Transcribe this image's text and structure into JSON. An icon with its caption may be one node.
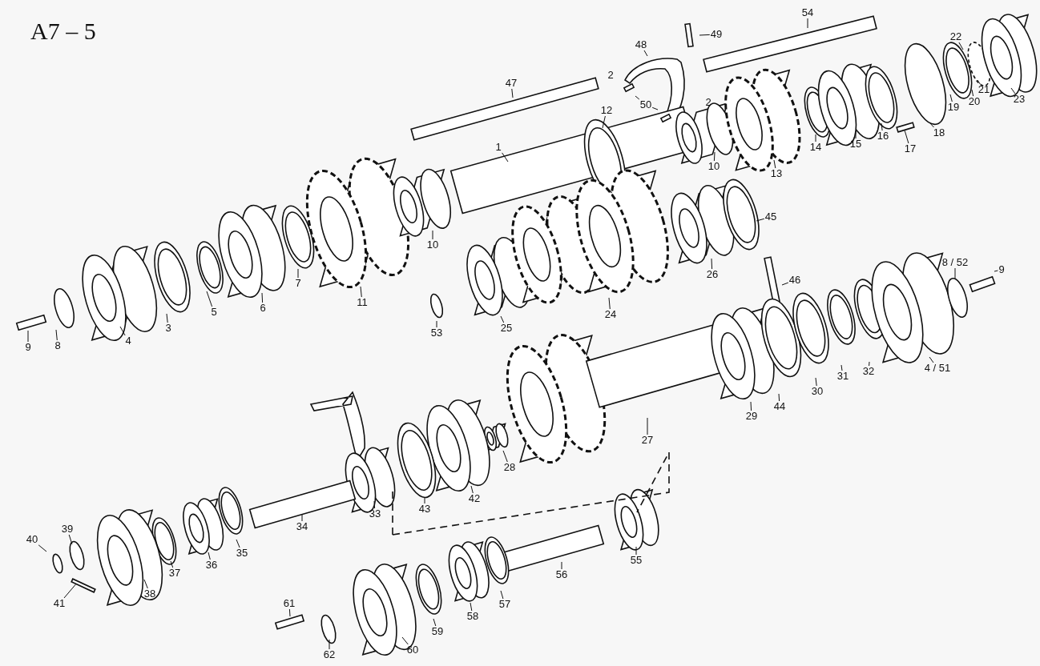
{
  "diagram": {
    "title": "A7 – 5",
    "nodes": [
      {
        "text": [
          "47"
        ]
      },
      {
        "text": [
          "48"
        ]
      },
      {
        "text": [
          "49"
        ]
      },
      {
        "text": [
          "54"
        ]
      },
      {
        "text": [
          "22"
        ]
      },
      {
        "text": [
          "50"
        ]
      },
      {
        "text": [
          "12"
        ]
      },
      {
        "text": [
          "1"
        ]
      },
      {
        "text": [
          "10"
        ]
      },
      {
        "text": [
          "13"
        ]
      },
      {
        "text": [
          "14"
        ]
      },
      {
        "text": [
          "15"
        ]
      },
      {
        "text": [
          "16"
        ]
      },
      {
        "text": [
          "17"
        ]
      },
      {
        "text": [
          "18"
        ]
      },
      {
        "text": [
          "19"
        ]
      },
      {
        "text": [
          "20"
        ]
      },
      {
        "text": [
          "21"
        ]
      },
      {
        "text": [
          "23"
        ]
      },
      {
        "text": [
          "45"
        ]
      },
      {
        "text": [
          "10"
        ]
      },
      {
        "text": [
          "26"
        ]
      },
      {
        "text": [
          "46"
        ]
      },
      {
        "text": [
          "7"
        ]
      },
      {
        "text": [
          "8 / 52"
        ]
      },
      {
        "text": [
          "9"
        ]
      },
      {
        "text": [
          "11"
        ]
      },
      {
        "text": [
          "6"
        ]
      },
      {
        "text": [
          "5"
        ]
      },
      {
        "text": [
          "24"
        ]
      },
      {
        "text": [
          "25"
        ]
      },
      {
        "text": [
          "3"
        ]
      },
      {
        "text": [
          "53"
        ]
      },
      {
        "text": [
          "4"
        ]
      },
      {
        "text": [
          "8"
        ]
      },
      {
        "text": [
          "9"
        ]
      },
      {
        "text": [
          "4 / 51"
        ]
      },
      {
        "text": [
          "32"
        ]
      },
      {
        "text": [
          "31"
        ]
      },
      {
        "text": [
          "30"
        ]
      },
      {
        "text": [
          "44"
        ]
      },
      {
        "text": [
          "29"
        ]
      },
      {
        "text": [
          "27"
        ]
      },
      {
        "text": [
          "28"
        ]
      },
      {
        "text": [
          "42"
        ]
      },
      {
        "text": [
          "43"
        ]
      },
      {
        "text": [
          "33"
        ]
      },
      {
        "text": [
          "34"
        ]
      },
      {
        "text": [
          "39"
        ]
      },
      {
        "text": [
          "40"
        ]
      },
      {
        "text": [
          "35"
        ]
      },
      {
        "text": [
          "55"
        ]
      },
      {
        "text": [
          "36"
        ]
      },
      {
        "text": [
          "37"
        ]
      },
      {
        "text": [
          "56"
        ]
      },
      {
        "text": [
          "38"
        ]
      },
      {
        "text": [
          "41"
        ]
      },
      {
        "text": [
          "57"
        ]
      },
      {
        "text": [
          "61"
        ]
      },
      {
        "text": [
          "58"
        ]
      },
      {
        "text": [
          "59"
        ]
      },
      {
        "text": [
          "60"
        ]
      },
      {
        "text": [
          "62"
        ]
      },
      {
        "text": [],
        "shape": "bar"
      },
      {
        "text": [],
        "shape": "bar"
      }
    ],
    "edges": [
      {
        "from": 0,
        "to": null,
        "arrow": "none"
      },
      {
        "from": 1,
        "to": null,
        "arrow": "none"
      },
      {
        "from": 2,
        "to": null,
        "arrow": "none"
      },
      {
        "from": 3,
        "to": null,
        "arrow": "none"
      },
      {
        "from": 4,
        "to": null,
        "arrow": "none"
      },
      {
        "from": 5,
        "to": null,
        "arrow": "none"
      },
      {
        "from": 5,
        "to": null,
        "arrow": "none"
      },
      {
        "from": 6,
        "to": null,
        "arrow": "none"
      },
      {
        "from": 7,
        "to": null,
        "arrow": "none"
      },
      {
        "from": 8,
        "to": null,
        "arrow": "none"
      },
      {
        "from": 9,
        "to": null,
        "arrow": "none"
      },
      {
        "from": 10,
        "to": null,
        "arrow": "none"
      },
      {
        "from": 11,
        "to": null,
        "arrow": "none"
      },
      {
        "from": 12,
        "to": null,
        "arrow": "none"
      },
      {
        "from": 13,
        "to": 63,
        "arrow": "none"
      },
      {
        "from": 14,
        "to": null,
        "arrow": "none"
      },
      {
        "from": 15,
        "to": null,
        "arrow": "none"
      },
      {
        "from": 16,
        "to": null,
        "arrow": "none"
      },
      {
        "from": 17,
        "to": null,
        "arrow": "none"
      },
      {
        "from": 18,
        "to": null,
        "arrow": "none"
      },
      {
        "from": 19,
        "to": null,
        "arrow": "none"
      },
      {
        "from": 20,
        "to": null,
        "arrow": "none"
      },
      {
        "from": 21,
        "to": null,
        "arrow": "none"
      },
      {
        "from": 22,
        "to": null,
        "arrow": "none"
      },
      {
        "from": 23,
        "to": null,
        "arrow": "none"
      },
      {
        "from": 24,
        "to": null,
        "arrow": "none"
      },
      {
        "from": 25,
        "to": null,
        "arrow": "none"
      },
      {
        "from": 26,
        "to": null,
        "arrow": "none"
      },
      {
        "from": 27,
        "to": null,
        "arrow": "none"
      },
      {
        "from": 28,
        "to": null,
        "arrow": "none"
      },
      {
        "from": 29,
        "to": null,
        "arrow": "none"
      },
      {
        "from": 30,
        "to": null,
        "arrow": "none"
      },
      {
        "from": 31,
        "to": null,
        "arrow": "none"
      },
      {
        "from": 32,
        "to": null,
        "arrow": "none"
      },
      {
        "from": 33,
        "to": null,
        "arrow": "none"
      },
      {
        "from": 34,
        "to": null,
        "arrow": "none"
      },
      {
        "from": 35,
        "to": null,
        "arrow": "none"
      },
      {
        "from": 36,
        "to": null,
        "arrow": "none"
      },
      {
        "from": 37,
        "to": null,
        "arrow": "none"
      },
      {
        "from": 38,
        "to": null,
        "arrow": "none"
      },
      {
        "from": 39,
        "to": null,
        "arrow": "none"
      },
      {
        "from": 40,
        "to": null,
        "arrow": "none"
      },
      {
        "from": 41,
        "to": null,
        "arrow": "none"
      },
      {
        "from": 42,
        "to": null,
        "arrow": "none"
      },
      {
        "from": 43,
        "to": null,
        "arrow": "none"
      },
      {
        "from": 44,
        "to": null,
        "arrow": "none"
      },
      {
        "from": 45,
        "to": null,
        "arrow": "none"
      },
      {
        "from": 46,
        "to": null,
        "arrow": "none"
      },
      {
        "from": 47,
        "to": null,
        "arrow": "none"
      },
      {
        "from": 48,
        "to": null,
        "arrow": "none"
      },
      {
        "from": 49,
        "to": null,
        "arrow": "none"
      },
      {
        "from": 50,
        "to": null,
        "arrow": "none"
      },
      {
        "from": 51,
        "to": null,
        "arrow": "none"
      },
      {
        "from": 52,
        "to": null,
        "arrow": "none"
      },
      {
        "from": 53,
        "to": null,
        "arrow": "none"
      },
      {
        "from": 54,
        "to": null,
        "arrow": "none"
      },
      {
        "from": 55,
        "to": null,
        "arrow": "none"
      },
      {
        "from": 56,
        "to": 64,
        "arrow": "none"
      },
      {
        "from": 57,
        "to": null,
        "arrow": "none"
      },
      {
        "from": 58,
        "to": null,
        "arrow": "none"
      },
      {
        "from": 59,
        "to": null,
        "arrow": "none"
      },
      {
        "from": 60,
        "to": null,
        "arrow": "none"
      },
      {
        "from": 61,
        "to": null,
        "arrow": "none"
      },
      {
        "from": 62,
        "to": null,
        "arrow": "none"
      }
    ],
    "labels": [
      "2",
      "2"
    ]
  }
}
